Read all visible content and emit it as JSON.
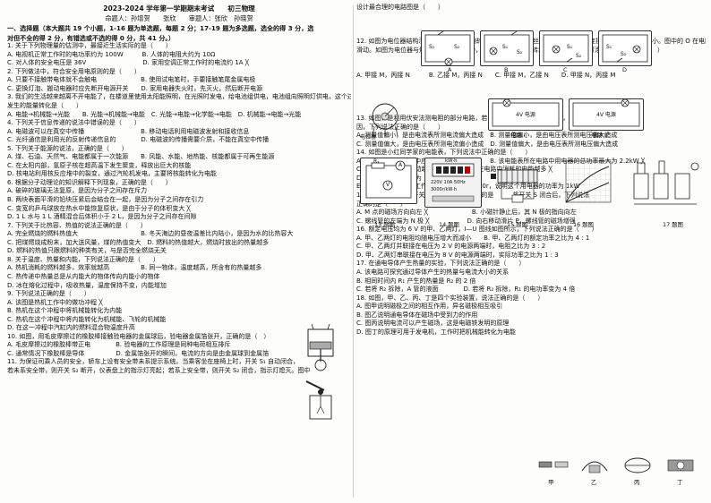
{
  "header": {
    "title": "2023-2024 学年第一学期期末考试　　初三物理",
    "authors": "命题人：孙增贺　　张欣　　审题人：张欣　孙晓贺"
  },
  "left": {
    "lines": [
      {
        "t": "一、选择题（本大题共 19 个小题，1-16 题为单选题，每题 2 分；17-19 题为多选题，选全的得 3 分，选",
        "s": "sec"
      },
      {
        "t": "对但不全的得 2 分，有错选或不选的得 0 分，共 41 分。）",
        "s": "sec"
      },
      {
        "t": "1. 关于下列物理量的估测中，最接近生活实际的是（　　）",
        "s": ""
      },
      {
        "t": "A. 电视机正常工作时的电功率约为 100W　　　B. 人体的电阻大约为 10Ω",
        "s": ""
      },
      {
        "t": "C. 对人体的安全电压是 36V　　　　　　　　　D. 家用空调正常工作时的电流约 1A ╳",
        "s": "hand"
      },
      {
        "t": "2. 下列做法中，符合安全用电原则的是（　　）",
        "s": ""
      },
      {
        "t": "A. 只要不接触带电体就不会触电　　　　　　　B. 使用试电笔时，手要接触笔尾金属电极",
        "s": ""
      },
      {
        "t": "C. 更换灯泡、搬动电器时应先断开电源开关　　D. 家用电器失火时，先灭火，然后断开电源",
        "s": ""
      },
      {
        "t": "3. 我们的生活越来越离不开电能了，在楼道里使用太阳能照明，在光照时发电，给电池组供电，电池组向照明灯供电，这个过程中",
        "s": ""
      },
      {
        "t": "发生的能量转化是（　　）",
        "s": ""
      },
      {
        "t": "A. 电能→机械能→光能　　B. 光能→机械能→电能　C. 光能→电能→化学能→电能　D. 机械能→电能→光能",
        "s": ""
      },
      {
        "t": "4. 下列关于信息传递的说法中错误的是（　　）",
        "s": ""
      },
      {
        "t": "A. 电磁波可以在真空中传播　　　　　　　　　B. 移动电话利用电磁波发射和接收信息",
        "s": ""
      },
      {
        "t": "C. 光纤通信是利用光的反射传递信息的　　　　D. 电磁波的传播需要介质，不能在真空中传播",
        "s": ""
      },
      {
        "t": "5. 下列关于能源的说法，正确的是（　　）",
        "s": ""
      },
      {
        "t": "A. 煤、石油、天然气、电能都属于一次能源　　B. 风能、水能、地热能、核能都属于可再生能源",
        "s": ""
      },
      {
        "t": "C. 在太阳内部，氢原子核在超高温下发生聚变，释放出巨大的核能",
        "s": ""
      },
      {
        "t": "D. 核电站利用核反应堆中的裂变，通过汽轮机发电，主要将核能转化为电能",
        "s": ""
      },
      {
        "t": "6. 根据分子动理论的知识解释下列现象，正确的是（　　）",
        "s": ""
      },
      {
        "t": "A. 破碎的玻璃无法复原，是因为分子之间存在斥力",
        "s": ""
      },
      {
        "t": "B. 两块表面平滑的铅块压紧后会结合在一起，是因为分子之间存在引力",
        "s": ""
      },
      {
        "t": "C. 变宽的乒乓球放在热水中能恢复原状，是由于分子的体积变大 ╳",
        "s": "hand"
      },
      {
        "t": "D. 1 L 水与 1 L 酒精混合后体积小于 2 L，是因为分子之间存在间隙",
        "s": ""
      },
      {
        "t": "7. 下列关于比热容、热值的说法正确的是（　　）",
        "s": ""
      },
      {
        "t": "A. 完全燃烧的燃料热值大　　　　　　　　　　B. 冬天海边的昼夜温差比内陆小，是因为水的比热容大",
        "s": ""
      },
      {
        "t": "C. 把煤燃烧成粉末，加大送风量，煤的热值变大　D. 燃料的热值越大，燃烧时放出的热量越多",
        "s": ""
      },
      {
        "t": "D. 燃料的热值只跟燃料的种类有关，与是否完全燃烧无关",
        "s": ""
      },
      {
        "t": "8. 关于温度、热量和内能，下列说法正确的是（　　）",
        "s": ""
      },
      {
        "t": "A. 热机消耗的燃料越多，效率就越高　　　　　B. 同一物体，温度越高，所含有的热量越多",
        "s": ""
      },
      {
        "t": "C. 热传递中热量总是从内能大的物体传向内能小的物体",
        "s": ""
      },
      {
        "t": "D. 冰在熔化过程中，吸收热量，温度保持不变，内能增加",
        "s": ""
      },
      {
        "t": "9. 下列说法正确的是（　　）",
        "s": ""
      },
      {
        "t": "A. 该图是热机工作中的做功冲程 ╳",
        "s": "hand"
      },
      {
        "t": "B. 热机在这个冲程中将机械能转化为内能",
        "s": ""
      },
      {
        "t": "C. 热机在这个冲程中将内能转化为机械能、飞轮的机械能",
        "s": ""
      },
      {
        "t": "D. 在这一冲程中汽缸内的燃料混合物温度升高",
        "s": ""
      },
      {
        "t": "10. 如图，用毛皮摩擦过的橡胶棒接触验电器的金属球后，验电器金属箔张开，正确的是（　）",
        "s": ""
      },
      {
        "t": "A. 毛皮摩擦过的橡胶棒带正电　　　　B. 验电器的工作原理是同种电荷相互排斥",
        "s": ""
      },
      {
        "t": "C. 通常情况下橡胶棒是导体　　　　　D. 金属箔张开的瞬间，电流的方向是由金属球到金属箔",
        "s": ""
      },
      {
        "t": "11. 为保证司乘人员的安全，轿车上设有安全带未系提示系统。当乘客坐在座椅上时，开关 S₁ 自动闭合，",
        "s": ""
      },
      {
        "t": "若未系安全带，则开关 S₂ 断开，仪表盘上的指示灯亮起；若系上安全带，则开关 S₂ 闭合，指示灯熄灭。图中",
        "s": ""
      }
    ]
  },
  "right": {
    "lines": [
      {
        "t": "设计最合理的电路图是（　　）",
        "s": ""
      },
      {
        "t": "",
        "s": "gap"
      },
      {
        "t": "",
        "s": "gap"
      },
      {
        "t": "",
        "s": "gap"
      },
      {
        "t": "12. 如图为电位器结构示意图，滑片 P 可随转动旋钮改变在电阻丝上的位置，从而改变接入电路中电阻的大小。图中的 O 在电阻丝 B 上",
        "s": ""
      },
      {
        "t": "滑动。如图为电位器与灯泡串联接入电路中，闭合开关并逆时针转动旋钮时，能使小灯泡变亮的接法是（　　）",
        "s": ""
      },
      {
        "t": "",
        "s": "gap"
      },
      {
        "t": "",
        "s": "gap"
      },
      {
        "t": "A. 甲接 M，丙接 N　　　B. 乙接 M，丙接 N　　C. 甲接 M，乙接 N　　D. 甲接 N，丙接 M",
        "s": ""
      },
      {
        "t": "",
        "s": "gap"
      },
      {
        "t": "",
        "s": "gap"
      },
      {
        "t": "",
        "s": "gap"
      },
      {
        "t": "",
        "s": "gap"
      },
      {
        "t": "13. 如图，是利用伏安法测电阻的部分电路，若考虑电表内阻对电路的影响，则关于测量误差和产生原",
        "s": ""
      },
      {
        "t": "因，下列说法正确的是（　　）",
        "s": ""
      },
      {
        "t": "A. 测量值偏小，是由电流表所测电流偏大造成　B. 测量值偏小，是由电压表所测电压偏大造成",
        "s": ""
      },
      {
        "t": "C. 测量值偏大，是由电压表所测电流偏小造成　D. 测量值偏大，是由电压表所测电压偏大造成",
        "s": ""
      },
      {
        "t": "14. 如图是小红同学家的电能表，下列说法中正确的是（　　）",
        "s": ""
      },
      {
        "t": "A. 电能表在家庭电路中应和其它用电器并联　　B. 该电能表所在电路中用电器的总功率最大为 2.2kW ╳",
        "s": "hand"
      },
      {
        "t": "C. 该电能表计数盘转动越快，说明电能表所在电路中消耗的电能越多 ╳",
        "s": "hand"
      },
      {
        "t": "D. 表盘上的计数示数为 1000kWh",
        "s": ""
      },
      {
        "t": "E. 若只让一个用电器工作 1min，表盘转动 50r，说明这个用电器的功率为 1kW",
        "s": ""
      },
      {
        "t": "15. 如图所示，闭合开关，在下列说法中正确的是　　　将开关 S 闭合后，下列说法",
        "s": ""
      },
      {
        "t": "正确的是（　　）",
        "s": ""
      },
      {
        "t": "A. M 点的磁场方向向左 ╳　　　　　　　B. 小磁针静止后，其 N 极的指向向左",
        "s": ""
      },
      {
        "t": "C. 螺线管的左端为 N 极 ╳　　　　　　D. 向右移动滑片 P，螺线管的磁场增强",
        "s": ""
      },
      {
        "t": "16. 额定电压均为 6 V 的甲、乙两灯，I—U 图线如图所示，下列说法正确的是（　　）",
        "s": ""
      },
      {
        "t": "A. 甲、乙两灯的电阻均随电压增大而减小　　B. 甲、乙两灯的额定功率之比为 4 : 1",
        "s": ""
      },
      {
        "t": "C. 甲、乙两灯并联接在电压为 2 V 的电源两端时，电阻之比为 3 : 2",
        "s": ""
      },
      {
        "t": "D. 甲、乙两灯串联接在电压为 8 V 的电源两端时，实际功率之比为 1 : 3",
        "s": ""
      },
      {
        "t": "17. 在通电导体产生热量的实验，下列说法正确的是（　　）",
        "s": ""
      },
      {
        "t": "A. 该电路可探究通过导体产生的热量与电流大小的关系",
        "s": ""
      },
      {
        "t": "B. 相同时间内 R₁ 产生的热量是 R₂ 的 2 倍",
        "s": ""
      },
      {
        "t": "C. 若将 R₂ 拆除，A 管的液面　　　　D. 若将 R₂ 拆除，R₁ 的电功率变为 4 倍",
        "s": ""
      },
      {
        "t": "18. 如图，甲、乙、丙、丁是四个实验装置，说法正确的是（　　）",
        "s": ""
      },
      {
        "t": "A. 图甲说明磁极之间的相互作用，异名磁极相互吸引",
        "s": ""
      },
      {
        "t": "B. 图乙说明通电导体在磁场中受到力的作用",
        "s": ""
      },
      {
        "t": "C. 图丙说明电流可以产生磁场，这是电磁铁发明的原理",
        "s": ""
      },
      {
        "t": "D. 图丁的原理可用于发电机，工作时把机械能转化为电能",
        "s": ""
      }
    ]
  },
  "figures": {
    "q11_labels": [
      "S₁",
      "S₂",
      "S₁",
      "S₂",
      "S₁",
      "S₂",
      "S₁",
      "S₂"
    ],
    "q11_options": [
      "A",
      "B",
      "C",
      "D"
    ],
    "q12_labels": [
      "电位器",
      "电路 I",
      "电路 II",
      "4V 电源",
      "4V 电源"
    ],
    "q13_labels": [
      "Rₓ",
      "A",
      "V"
    ],
    "q14_labels": [
      "kW·h",
      "220V 10A 50Hz",
      "3000r/kW·h"
    ],
    "fig_captions": [
      "13 题图",
      "14 题图",
      "15 题图",
      "16 题图",
      "17 题图"
    ],
    "q18_labels": [
      "甲",
      "乙",
      "丙",
      "丁"
    ]
  }
}
